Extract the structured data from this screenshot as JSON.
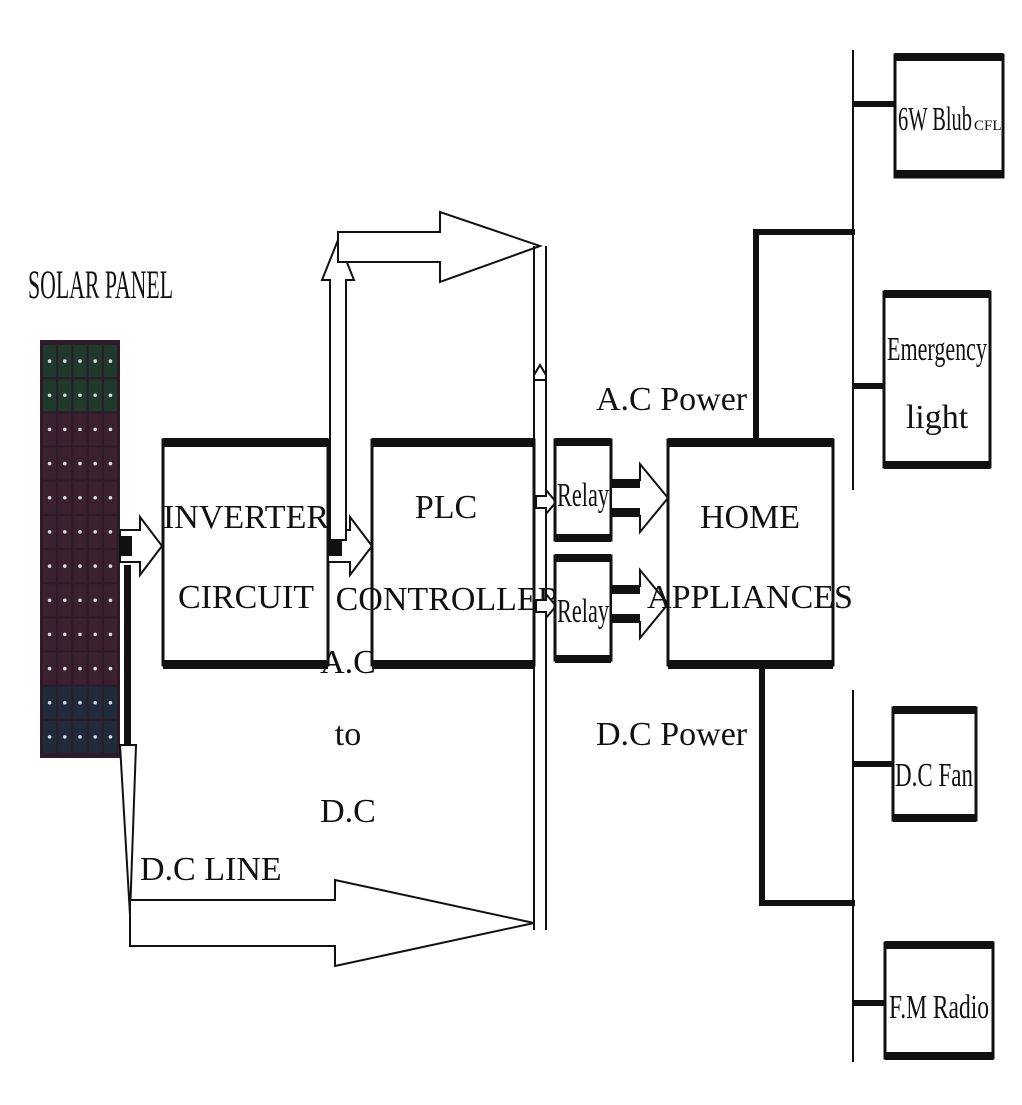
{
  "solar_panel": {
    "label": "SOLAR PANEL"
  },
  "inverter": {
    "line1": "INVERTER",
    "line2": "CIRCUIT"
  },
  "conversion": {
    "line1": "A.C",
    "line2": "to",
    "line3": "D.C"
  },
  "plc": {
    "line1": "PLC",
    "line2": "CONTROLLER"
  },
  "relays": [
    {
      "label": "Relay"
    },
    {
      "label": "Relay"
    }
  ],
  "ac_power": "A.C Power",
  "dc_power": "D.C Power",
  "home": {
    "line1": "HOME",
    "line2": "APPLIANCES"
  },
  "dc_line": "D.C LINE",
  "appliances": {
    "bulb": {
      "label": "6W Blub",
      "suffix": "CFL"
    },
    "emergency": {
      "line1": "Emergency",
      "line2": "light"
    },
    "fan": {
      "label": "D.C Fan"
    },
    "radio": {
      "label": "F.M Radio"
    }
  },
  "colors": {
    "line": "#111111",
    "panel_cell": "#3b2030",
    "panel_grid": "#d9d9e6"
  }
}
